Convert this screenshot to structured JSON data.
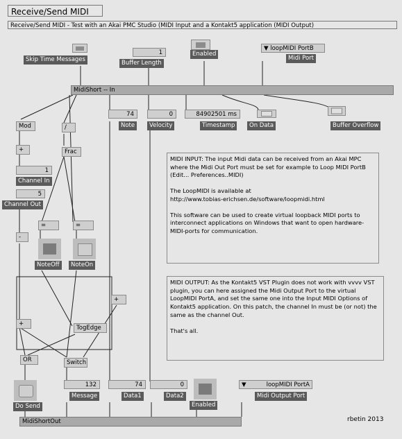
{
  "window": {
    "title": "Receive/Send MIDI"
  },
  "header": {
    "subtitle": "Receive/Send MIDI - Test with an Akai PMC Studio (MIDI Input and a Kontakt5 application (MIDI Output)"
  },
  "input": {
    "skip_time_label": "Skip Time Messages",
    "buffer_length_value": "1",
    "buffer_length_label": "Buffer Length",
    "enabled_label": "Enabled",
    "midi_port_value": "loopMIDI PortB",
    "midi_port_label": "Midi Port",
    "node_label": "MidiShort -- In",
    "note_value": "74",
    "note_label": "Note",
    "velocity_value": "0",
    "velocity_label": "Velocity",
    "timestamp_value": "84902501 ms",
    "timestamp_label": "Timestamp",
    "on_data_label": "On Data",
    "buffer_overflow_label": "Buffer Overflow"
  },
  "logic": {
    "mod": "Mod",
    "plus1": "+",
    "div": "/",
    "frac": "Frac",
    "channel_in_value": "1",
    "channel_in_label": "Channel In",
    "channel_out_value": "5",
    "channel_out_label": "Channel Out",
    "minus": "-",
    "eq1": "=",
    "eq2": "=",
    "noteoff_label": "NoteOff",
    "noteon_label": "NoteOn",
    "plus2": "+",
    "plus3": "+",
    "togedge": "TogEdge",
    "or": "OR",
    "switch": "Switch"
  },
  "output": {
    "do_send_label": "Do Send",
    "message_value": "132",
    "message_label": "Message",
    "data1_value": "74",
    "data1_label": "Data1",
    "data2_value": "0",
    "data2_label": "Data2",
    "enabled_label": "Enabled",
    "port_value": "loopMIDI PortA",
    "port_label": "Midi Output Port",
    "node_label": "MidiShortOut"
  },
  "notes": {
    "input_note": [
      "MIDI INPUT: The input Midi data can be received from an Akai MPC where the Midi Out Port must be set for example to Loop MIDI PortB (Edit... Preferences..MIDI)",
      "The LoopMIDI is available at\nhttp://www.tobias-erichsen.de/software/loopmidi.html",
      "This software can be used to create virtual loopback MIDI ports to interconnect applications on Windows that want to open hardware-MIDI-ports for communication."
    ],
    "output_note": [
      "MIDI OUTPUT: As the Kontakt5 VST Plugin does not work with vvvv VST plugin, you can here assigned the Midi Output Port to the virtual LoopMIDI PortA, and set the same one into the Input MIDI Options of Kontakt5 application. On this patch, the channel In must be (or not) the same as the channel Out.",
      "That's all."
    ]
  },
  "signature": "rbetin 2013"
}
